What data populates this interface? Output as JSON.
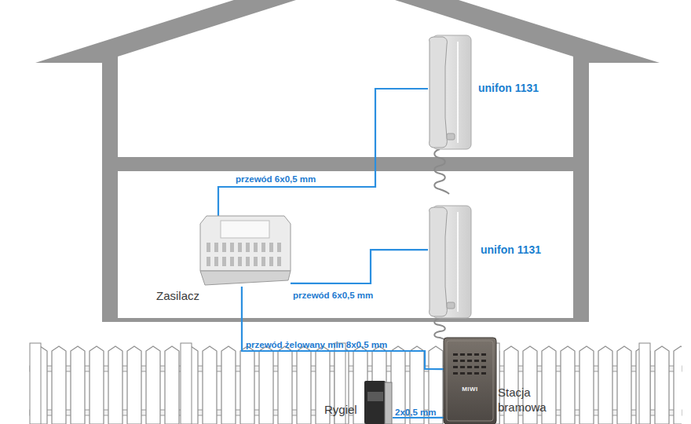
{
  "diagram": {
    "nodes": [
      {
        "text": [
          "unifon 1131"
        ]
      },
      {
        "text": [
          "Zasilacz"
        ]
      },
      {
        "text": [
          "unifon 1131"
        ]
      },
      {
        "text": [
          "Rygiel"
        ]
      },
      {
        "text": [
          "MIWI",
          "Stacja bramowa"
        ]
      }
    ],
    "edges": [
      {
        "from": 1,
        "to": 0,
        "arrow": "none",
        "label": "przewód 6x0,5 mm"
      },
      {
        "from": 1,
        "to": 2,
        "arrow": "none",
        "label": "przewód 6x0,5 mm"
      },
      {
        "from": 1,
        "to": 4,
        "arrow": "none",
        "label": "przewód żelowany min 8x0,5 mm"
      },
      {
        "from": 3,
        "to": 4,
        "arrow": "none",
        "label": "2x0,5 mm"
      }
    ]
  }
}
